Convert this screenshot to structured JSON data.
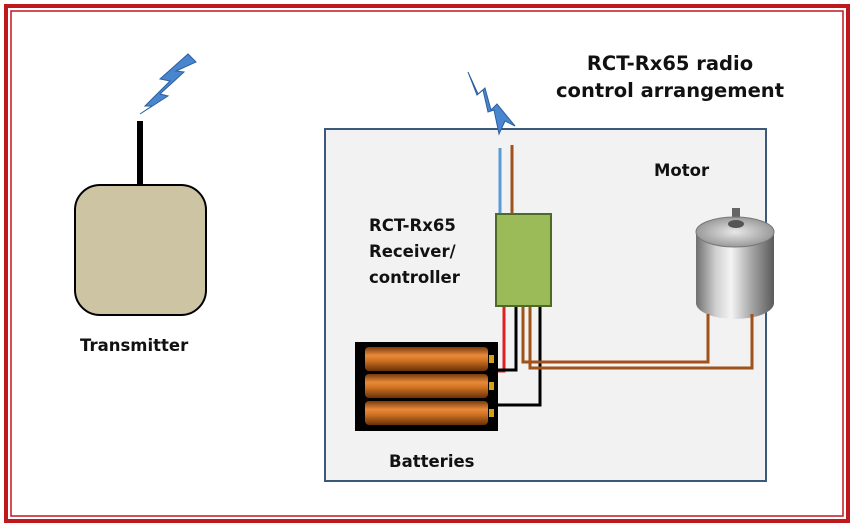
{
  "title": {
    "line1": "RCT-Rx65 radio",
    "line2": "control arrangement"
  },
  "labels": {
    "motor": "Motor",
    "receiver_line1": "RCT-Rx65",
    "receiver_line2": "Receiver/",
    "receiver_line3": "controller",
    "transmitter": "Transmitter",
    "batteries": "Batteries"
  },
  "colors": {
    "frame_border": "#c0181f",
    "panel_fill": "#f2f2f2",
    "panel_border": "#3b5a7a",
    "transmitter_body": "#cdc4a4",
    "receiver_body": "#9bbb59",
    "radio_wave": "#4a86d0",
    "battery_cell": "#c46617",
    "wire_brown": "#a0521a",
    "wire_red": "#e02020",
    "wire_black": "#000000",
    "wire_blue": "#5b9bd5"
  },
  "icons": {
    "transmitter_signal": "lightning-bolt-icon",
    "receiver_signal": "lightning-bolt-icon",
    "motor": "dc-motor-icon",
    "batteries": "battery-pack-icon"
  }
}
